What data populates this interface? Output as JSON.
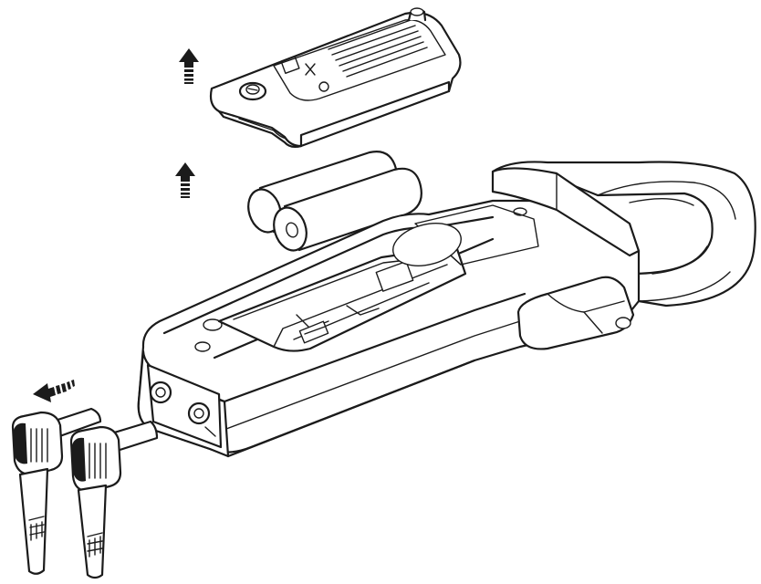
{
  "figure": {
    "kind": "exploded-assembly",
    "line_color": "#1b1b1b",
    "background": "#ffffff",
    "arrow_directions": {
      "battery_cover_arrow": "up",
      "batteries_arrow": "up",
      "test_leads_arrow": "left"
    },
    "components": [
      "battery-cover",
      "cover-screw",
      "batteries",
      "clamp-meter-body",
      "battery-compartment",
      "current-clamp-jaw",
      "trigger-lever",
      "input-jacks",
      "test-lead-plugs"
    ]
  }
}
